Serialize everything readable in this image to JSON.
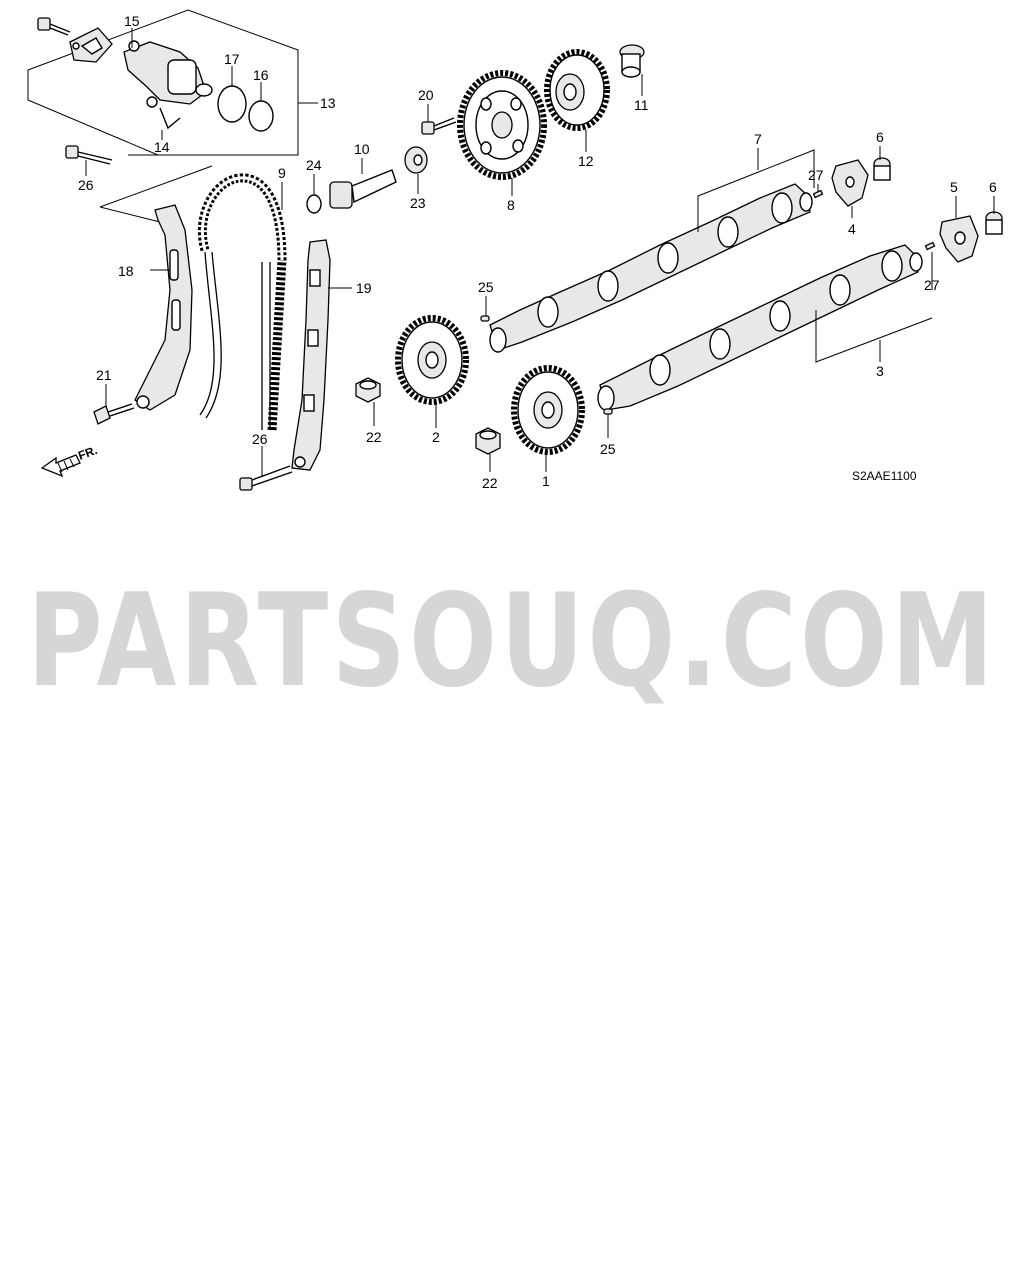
{
  "diagram": {
    "drawing_code": "S2AAE1100",
    "front_marker": "FR.",
    "callouts": [
      "15",
      "17",
      "16",
      "13",
      "14",
      "26",
      "20",
      "8",
      "12",
      "11",
      "10",
      "24",
      "9",
      "23",
      "7",
      "6",
      "27",
      "4",
      "5",
      "6",
      "18",
      "19",
      "25",
      "27",
      "3",
      "21",
      "22",
      "2",
      "26",
      "22",
      "1",
      "25"
    ]
  },
  "watermark": {
    "text": "PARTSOUQ.COM"
  }
}
